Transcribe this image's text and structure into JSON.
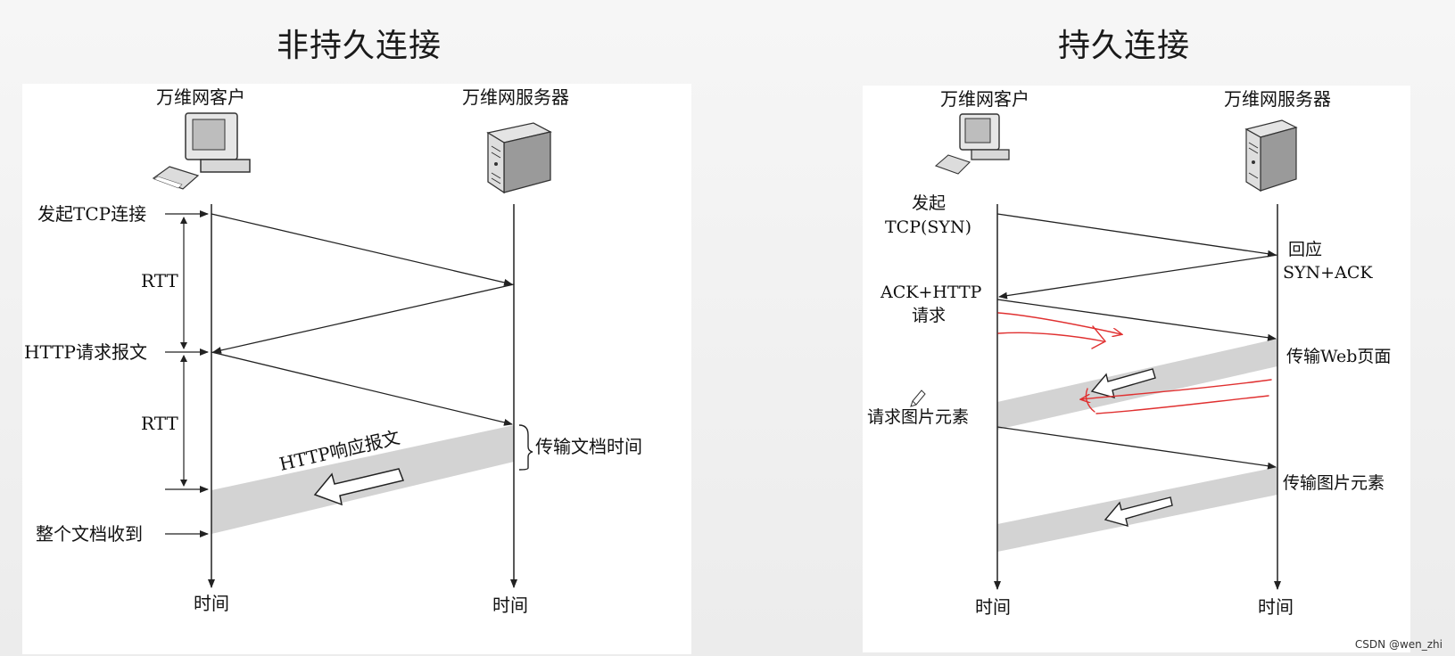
{
  "titles": {
    "left": "非持久连接",
    "right": "持久连接"
  },
  "left": {
    "client_label": "万维网客户",
    "server_label": "万维网服务器",
    "start_tcp": "发起TCP连接",
    "rtt1": "RTT",
    "http_request": "HTTP请求报文",
    "rtt2": "RTT",
    "http_response": "HTTP响应报文",
    "transfer_time": "传输文档时间",
    "doc_received": "整个文档收到",
    "time_client": "时间",
    "time_server": "时间"
  },
  "right": {
    "client_label": "万维网客户",
    "server_label": "万维网服务器",
    "syn_line1": "发起",
    "syn_line2": "TCP(SYN)",
    "synack_line1": "回应",
    "synack_line2": "SYN+ACK",
    "ack_line1": "ACK+HTTP",
    "ack_line2": "请求",
    "transfer_web": "传输Web页面",
    "request_image": "请求图片元素",
    "transfer_image": "传输图片元素",
    "time_client": "时间",
    "time_server": "时间"
  },
  "watermark": "CSDN @wen_zhi",
  "colors": {
    "band": "#d3d3d3",
    "line": "#222222",
    "annotation": "#e03030"
  }
}
